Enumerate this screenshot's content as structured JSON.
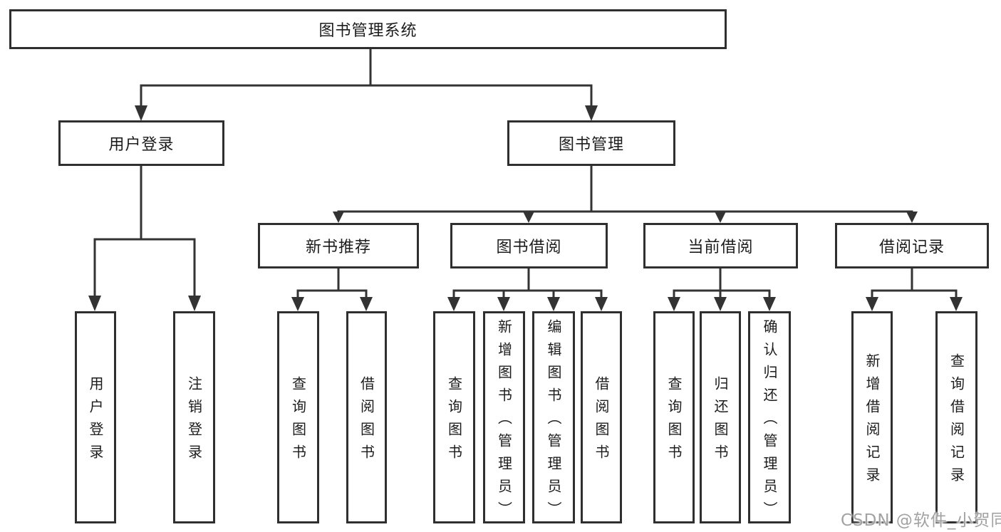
{
  "tree": {
    "label": "图书管理系统",
    "children": [
      {
        "label": "用户登录",
        "children": [
          {
            "label": "用户登录"
          },
          {
            "label": "注销登录"
          }
        ]
      },
      {
        "label": "图书管理",
        "children": [
          {
            "label": "新书推荐",
            "children": [
              {
                "label": "查询图书"
              },
              {
                "label": "借阅图书"
              }
            ]
          },
          {
            "label": "图书借阅",
            "children": [
              {
                "label": "查询图书"
              },
              {
                "label": "新增图书（管理员）"
              },
              {
                "label": "编辑图书（管理员）"
              },
              {
                "label": "借阅图书"
              }
            ]
          },
          {
            "label": "当前借阅",
            "children": [
              {
                "label": "查询图书"
              },
              {
                "label": "归还图书"
              },
              {
                "label": "确认归还（管理员）"
              }
            ]
          },
          {
            "label": "借阅记录",
            "children": [
              {
                "label": "新增借阅记录"
              },
              {
                "label": "查询借阅记录"
              }
            ]
          }
        ]
      }
    ]
  },
  "watermark": "CSDN @软件_小贺同学",
  "colors": {
    "line": "#333333",
    "border": "#2f2f2f",
    "text": "#1c1c1c",
    "watermark": "#a2a2a2",
    "background": "#ffffff"
  }
}
